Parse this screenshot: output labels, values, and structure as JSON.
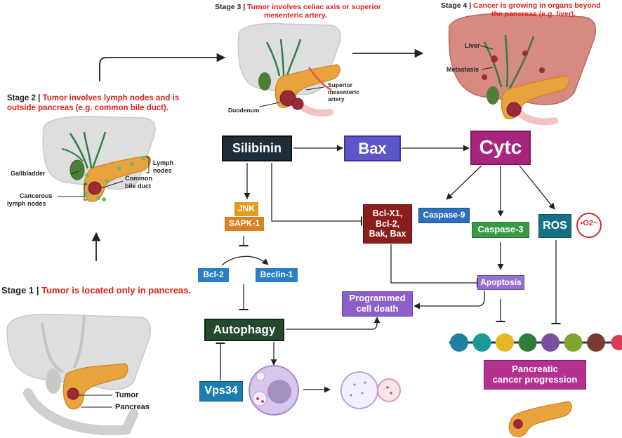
{
  "stages": {
    "s1": {
      "label": "Stage 1",
      "text": "Tumor is located only in pancreas."
    },
    "s2": {
      "label": "Stage 2",
      "text_line1": "Tumor involves lymph nodes and is",
      "text_line2": "outside pancreas (e.g. common bile duct)."
    },
    "s3": {
      "label": "Stage 3",
      "text_line1": "Tumor involves celiac axis or superior",
      "text_line2": "mesenteric artery."
    },
    "s4": {
      "label": "Stage 4",
      "text_line1": "Cancer is growing in organs beyond",
      "text_line2": "the pancreas (e.g. liver)."
    }
  },
  "anatomy": {
    "tumor": "Tumor",
    "pancreas": "Pancreas",
    "gallbladder": "Gallbladder",
    "lymph_nodes_1": "Lymph",
    "lymph_nodes_2": "nodes",
    "cancerous_1": "Cancerous",
    "cancerous_2": "lymph nodes",
    "bile_1": "Common",
    "bile_2": "bile duct",
    "duodenum": "Duodenum",
    "sma_1": "Superior",
    "sma_2": "mesenteric",
    "sma_3": "artery",
    "liver": "Liver",
    "metastasis": "Metastasis"
  },
  "pathway": {
    "silibinin": "Silibinin",
    "bax": "Bax",
    "cytc": "Cytc",
    "jnk": "JNK",
    "sapk": "SAPK-1",
    "bcl2": "Bcl-2",
    "beclin": "Beclin-1",
    "bclx_1": "Bcl-X1,",
    "bclx_2": "Bcl-2,",
    "bclx_3": "Bak, Bax",
    "caspase9": "Caspase-9",
    "caspase3": "Caspase-3",
    "ros": "ROS",
    "superoxide": "•O2−",
    "apoptosis": "Apoptosis",
    "programmed_1": "Programmed",
    "programmed_2": "cell death",
    "autophagy": "Autophagy",
    "vps34": "Vps34",
    "progression_1": "Pancreatic",
    "progression_2": "cancer progression"
  },
  "colors": {
    "stage_red": "#e0201b",
    "silibinin": "#1f2f3a",
    "bax": "#5c56c9",
    "cytc": "#a8257e",
    "jnk": "#e39a1f",
    "sapk": "#d9821f",
    "bcl2": "#2a7fc4",
    "bclx": "#8b1d1d",
    "caspase9": "#2f6fbf",
    "caspase3": "#3a9a44",
    "ros": "#157283",
    "superoxide": "#d62a2a",
    "apoptosis": "#9572d0",
    "programmed": "#8d5fc8",
    "autophagy": "#244a2e",
    "vps34": "#1d7db1",
    "progression": "#b5318f",
    "liver_grey": "#dcdcdc",
    "liver_pink": "#d68a80",
    "pancreas": "#e9a33c"
  },
  "progression_beads": [
    "#1e7fa0",
    "#1a9a96",
    "#e3b823",
    "#2f7c3a",
    "#7a4fa3",
    "#7ea62c",
    "#7a3b2e",
    "#d93b57"
  ]
}
